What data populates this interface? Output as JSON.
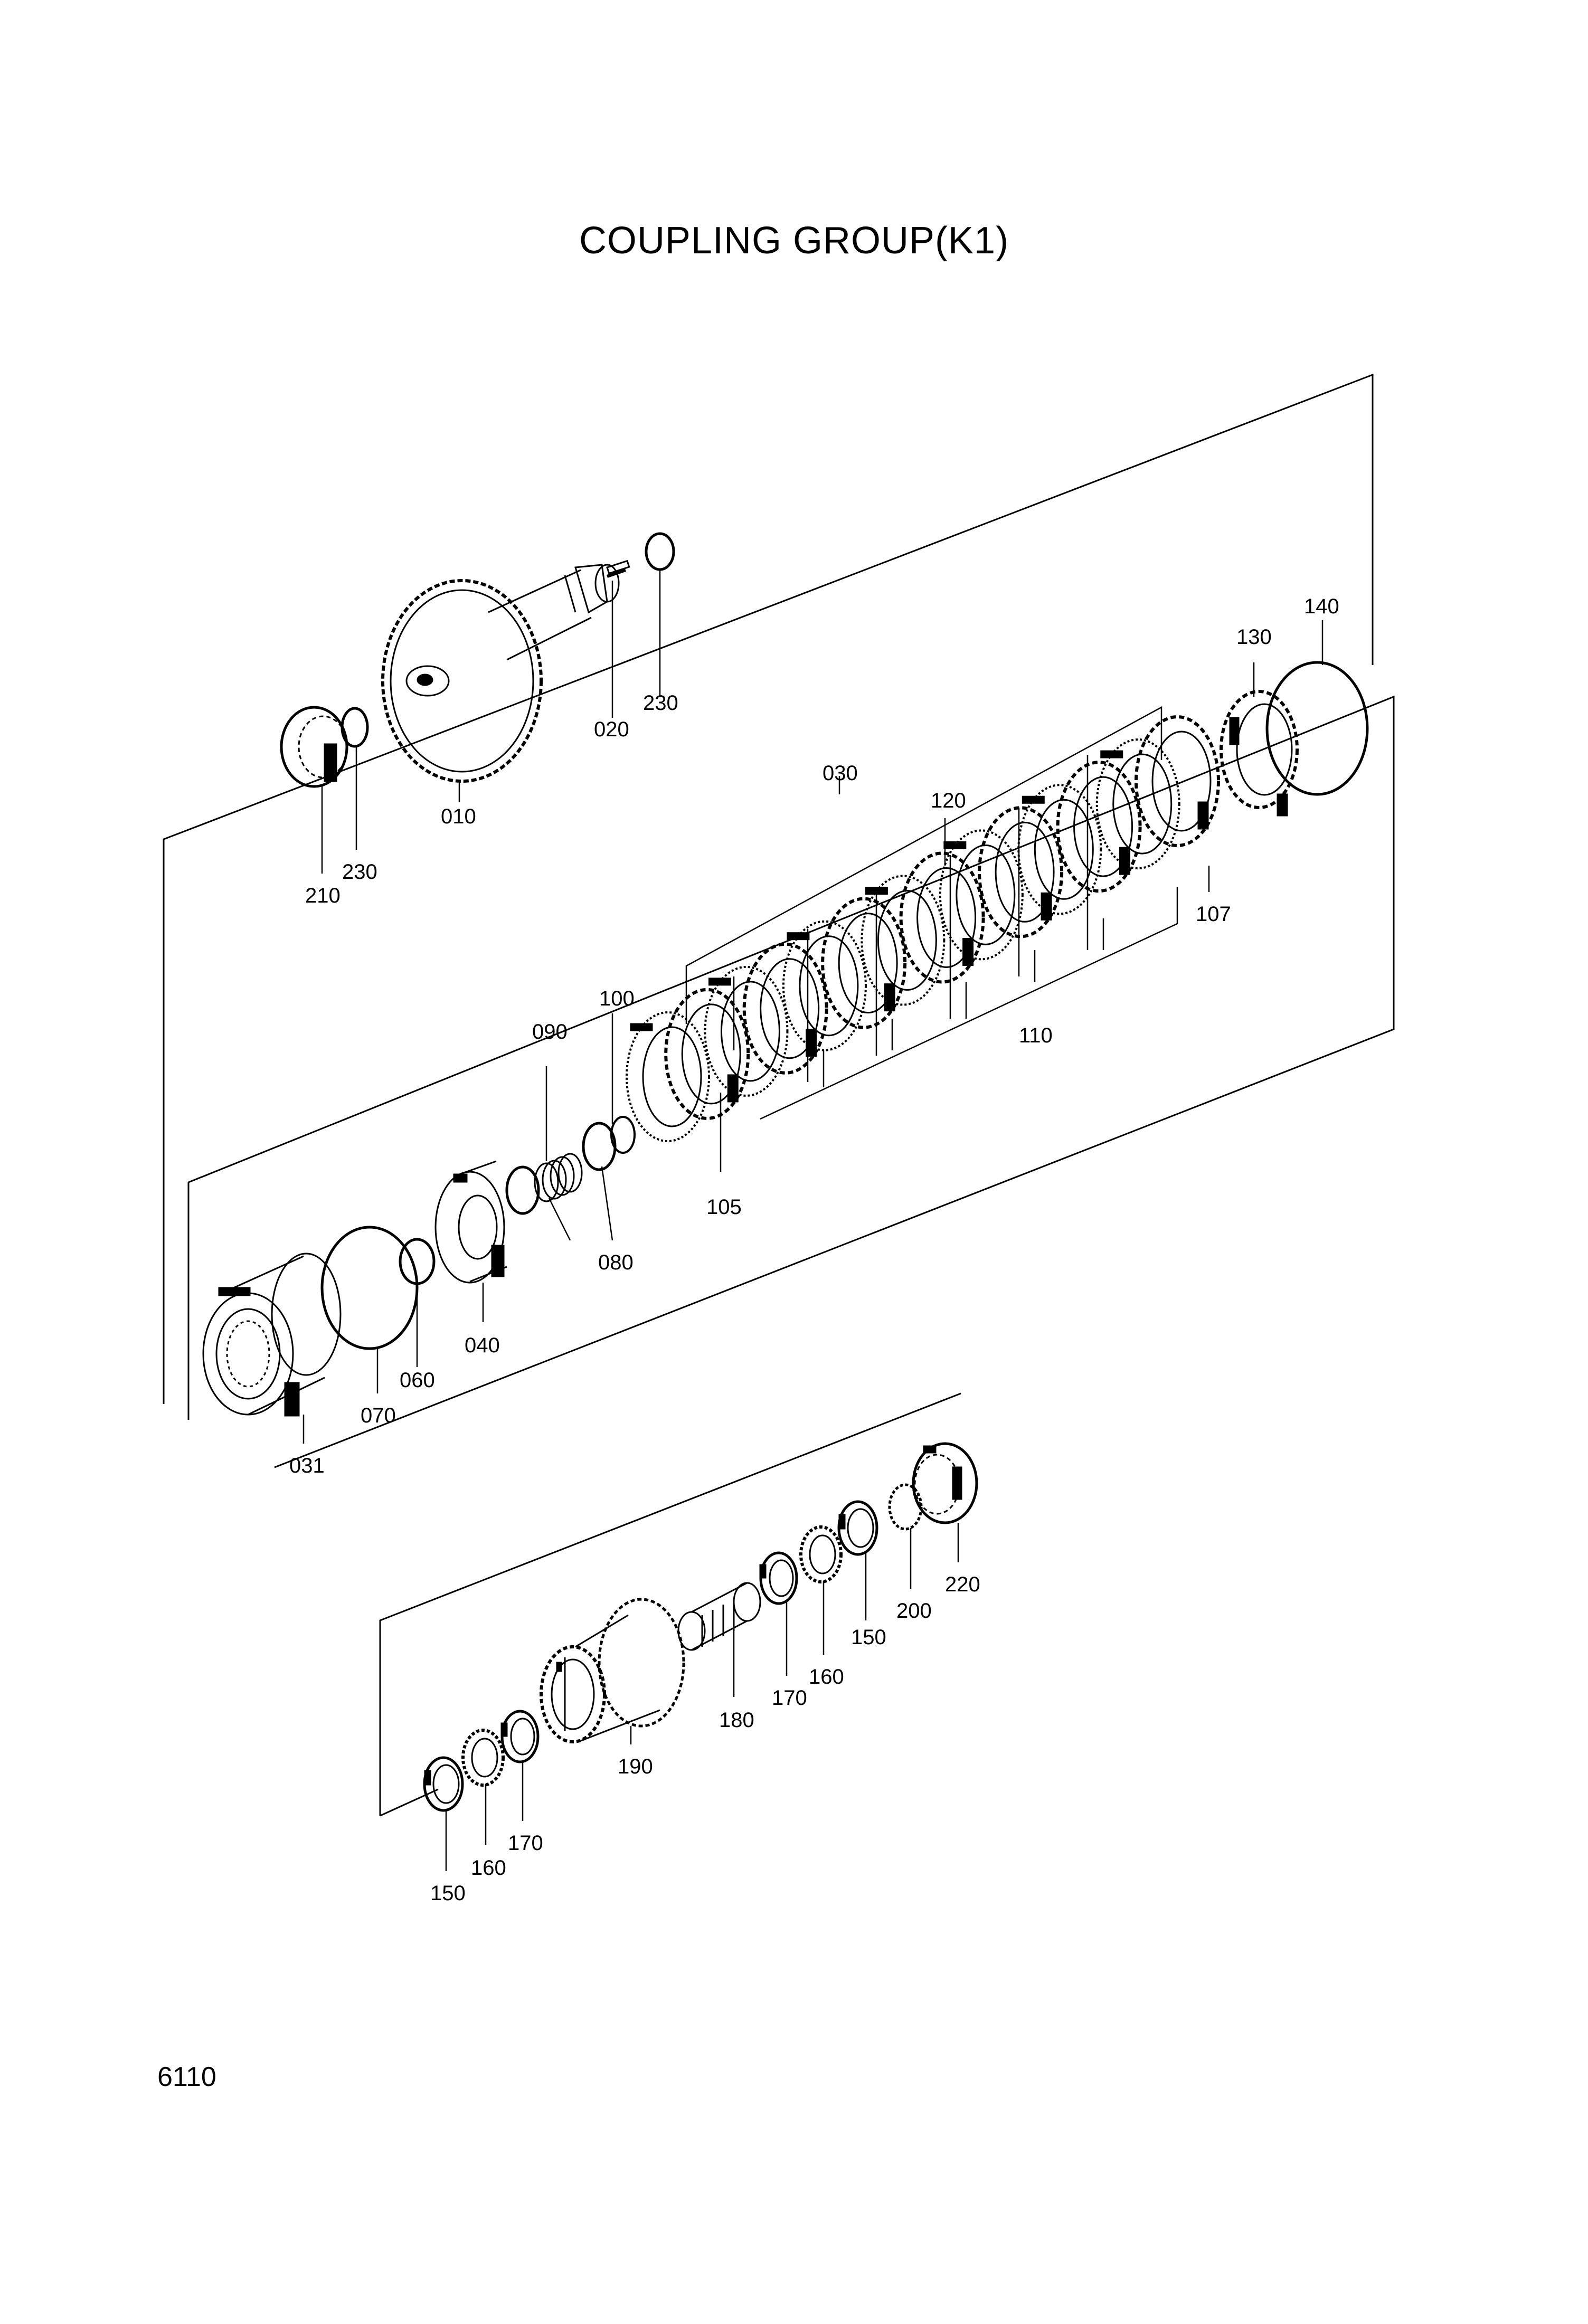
{
  "title": "COUPLING GROUP(K1)",
  "page_number": "6110",
  "callouts": {
    "c010": "010",
    "c020": "020",
    "c030": "030",
    "c031": "031",
    "c040": "040",
    "c060": "060",
    "c070": "070",
    "c080": "080",
    "c090": "090",
    "c100": "100",
    "c105": "105",
    "c107": "107",
    "c110": "110",
    "c120": "120",
    "c130": "130",
    "c140": "140",
    "c150a": "150",
    "c150b": "150",
    "c160a": "160",
    "c160b": "160",
    "c170a": "170",
    "c170b": "170",
    "c180": "180",
    "c190": "190",
    "c200": "200",
    "c210": "210",
    "c220": "220",
    "c230a": "230",
    "c230b": "230"
  }
}
